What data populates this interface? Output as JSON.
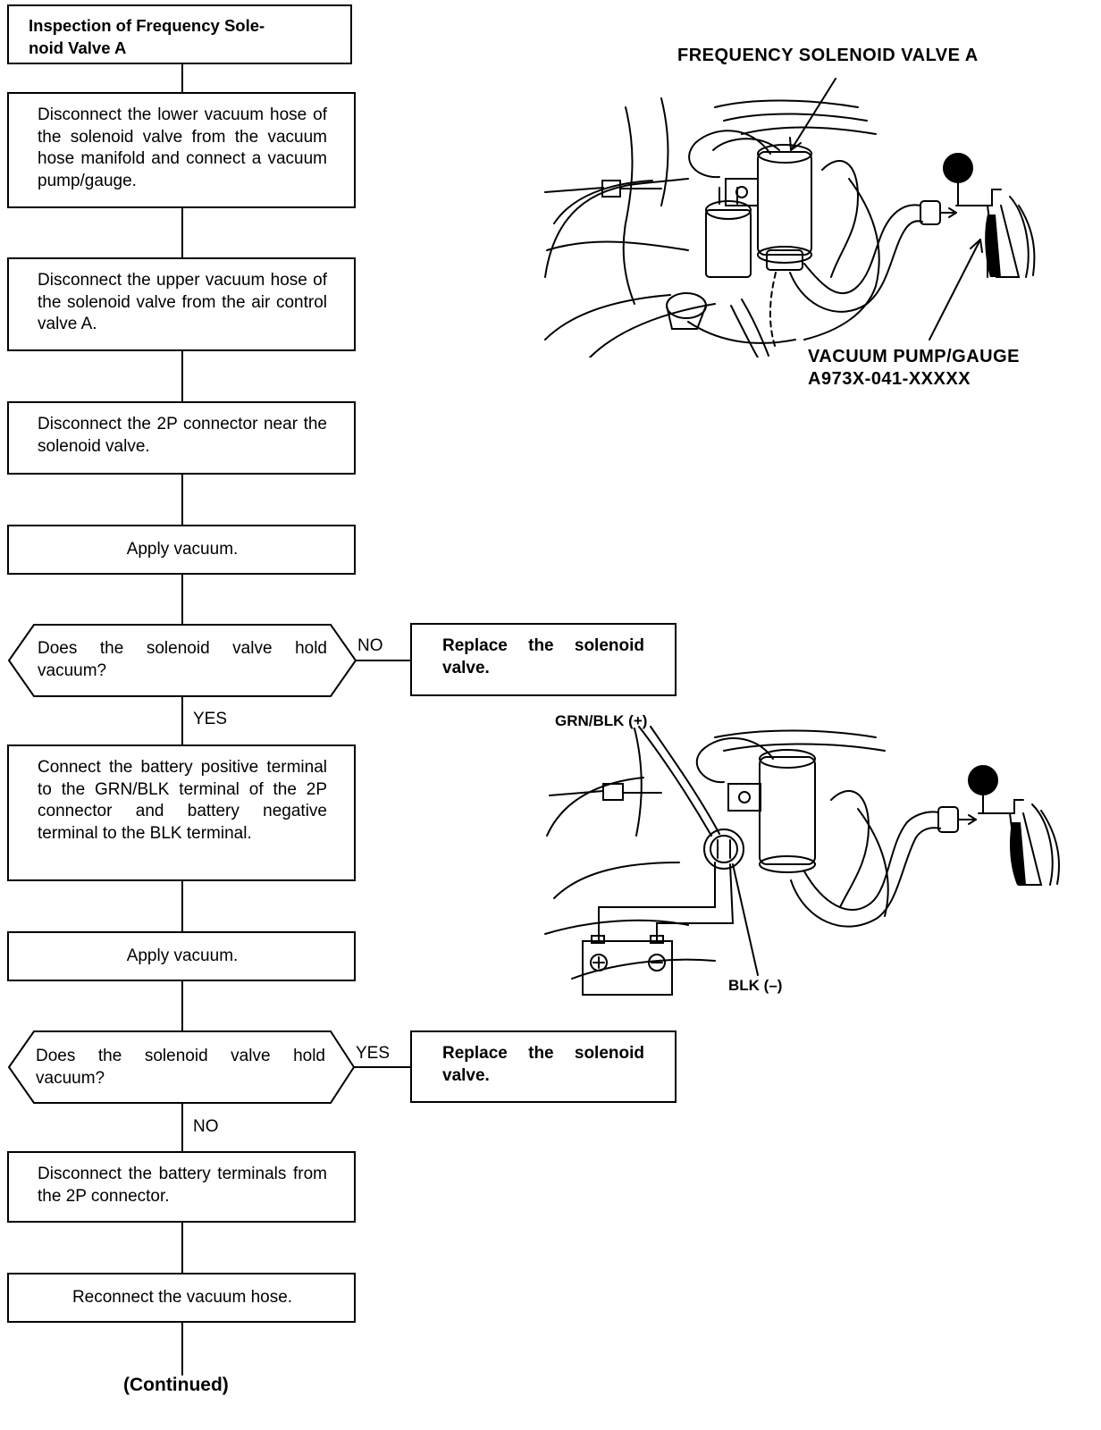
{
  "flowchart": {
    "title": "Inspection of Frequency Sole-\nnoid Valve A",
    "steps": [
      "Disconnect the lower vacuum hose of the solenoid valve from the vacuum hose manifold and connect a vacuum pump/gauge.",
      "Disconnect the upper vacuum hose of the solenoid valve from the air control valve A.",
      "Disconnect the 2P connector near the solenoid valve.",
      "Apply vacuum.",
      "Connect the battery positive terminal to the GRN/BLK terminal of the 2P connector and battery negative terminal to the BLK terminal.",
      "Apply vacuum.",
      "Disconnect the battery terminals from the 2P connector.",
      "Reconnect the vacuum hose."
    ],
    "decisions": [
      {
        "question": "Does the solenoid valve hold vacuum?",
        "side_label": "NO",
        "down_label": "YES",
        "action": "Replace the solenoid valve."
      },
      {
        "question": "Does the solenoid valve hold vacuum?",
        "side_label": "YES",
        "down_label": "NO",
        "action": "Replace the solenoid valve."
      }
    ],
    "footer": "(Continued)"
  },
  "figure1": {
    "label_top": "FREQUENCY SOLENOID VALVE A",
    "label_pump_1": "VACUUM PUMP/GAUGE",
    "label_pump_2": "A973X-041-XXXXX"
  },
  "figure2": {
    "label_positive": "GRN/BLK (+)",
    "label_negative": "BLK (–)"
  }
}
